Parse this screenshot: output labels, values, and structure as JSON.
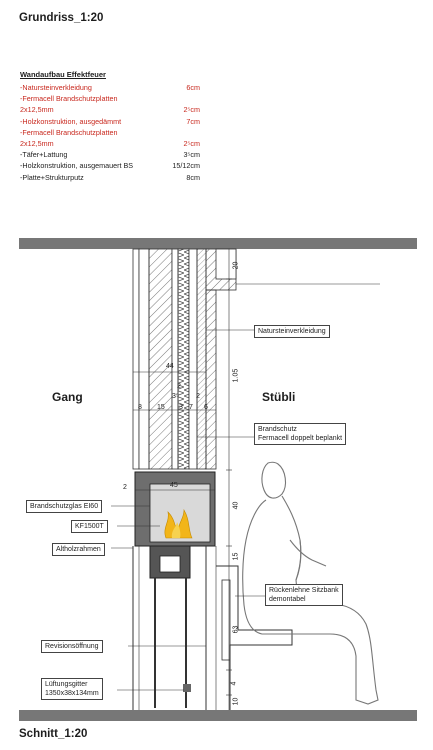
{
  "titles": {
    "top": "Grundriss_1:20",
    "bottom": "Schnitt_1:20"
  },
  "wall_spec": {
    "heading": "Wandaufbau Effektfeuer",
    "rows": [
      {
        "label": "-Natursteinverkleidung",
        "value": "6cm",
        "highlight": true
      },
      {
        "label": "-Fermacell Brandschutzplatten",
        "value": "",
        "highlight": true
      },
      {
        "label": "2x12,5mm",
        "value": "2⁵cm",
        "highlight": true
      },
      {
        "label": "-Holzkonstruktion, ausgedämmt",
        "value": "7cm",
        "highlight": true
      },
      {
        "label": "-Fermacell Brandschutzplatten",
        "value": "",
        "highlight": true
      },
      {
        "label": "2x12,5mm",
        "value": "2⁵cm",
        "highlight": true
      },
      {
        "label": "-Täfer+Lattung",
        "value": "3⁵cm",
        "highlight": false
      },
      {
        "label": "-Holzkonstruktion, ausgemauert BS",
        "value": "15/12cm",
        "highlight": false
      },
      {
        "label": "-Platte+Strukturputz",
        "value": "8cm",
        "highlight": false
      }
    ],
    "accent_color": "#c8281e"
  },
  "rooms": {
    "left": "Gang",
    "right": "Stübli"
  },
  "callouts": {
    "natursteinverkleidung": "Natursteinverkleidung",
    "brandschutz_1": "Brandschutz",
    "brandschutz_2": "Fermacell doppelt beplankt",
    "brandschutzglas": "Brandschutzglas EI60",
    "fireplace_model": "KF1500T",
    "altholzrahmen": "Altholzrahmen",
    "rueckenlehne_1": "Rückenlehne Sitzbank",
    "rueckenlehne_2": "demontabel",
    "revisionsoeffnung": "Revisionsöffnung",
    "lueftung_1": "Lüftungsgitter",
    "lueftung_2": "1350x38x134mm"
  },
  "dimensions": {
    "top_20": "20",
    "height_105": "1.05",
    "w_44": "44",
    "w_2a": "2",
    "w_35": "3⁵",
    "w_2b": "2",
    "w_8": "8",
    "w_15": "15",
    "w_3": "3",
    "w_7": "7",
    "w_6": "6",
    "fire_45": "45",
    "fire_2": "2",
    "h_40": "40",
    "h_15": "15",
    "h_63": "63",
    "h_4": "4",
    "h_10": "10"
  }
}
